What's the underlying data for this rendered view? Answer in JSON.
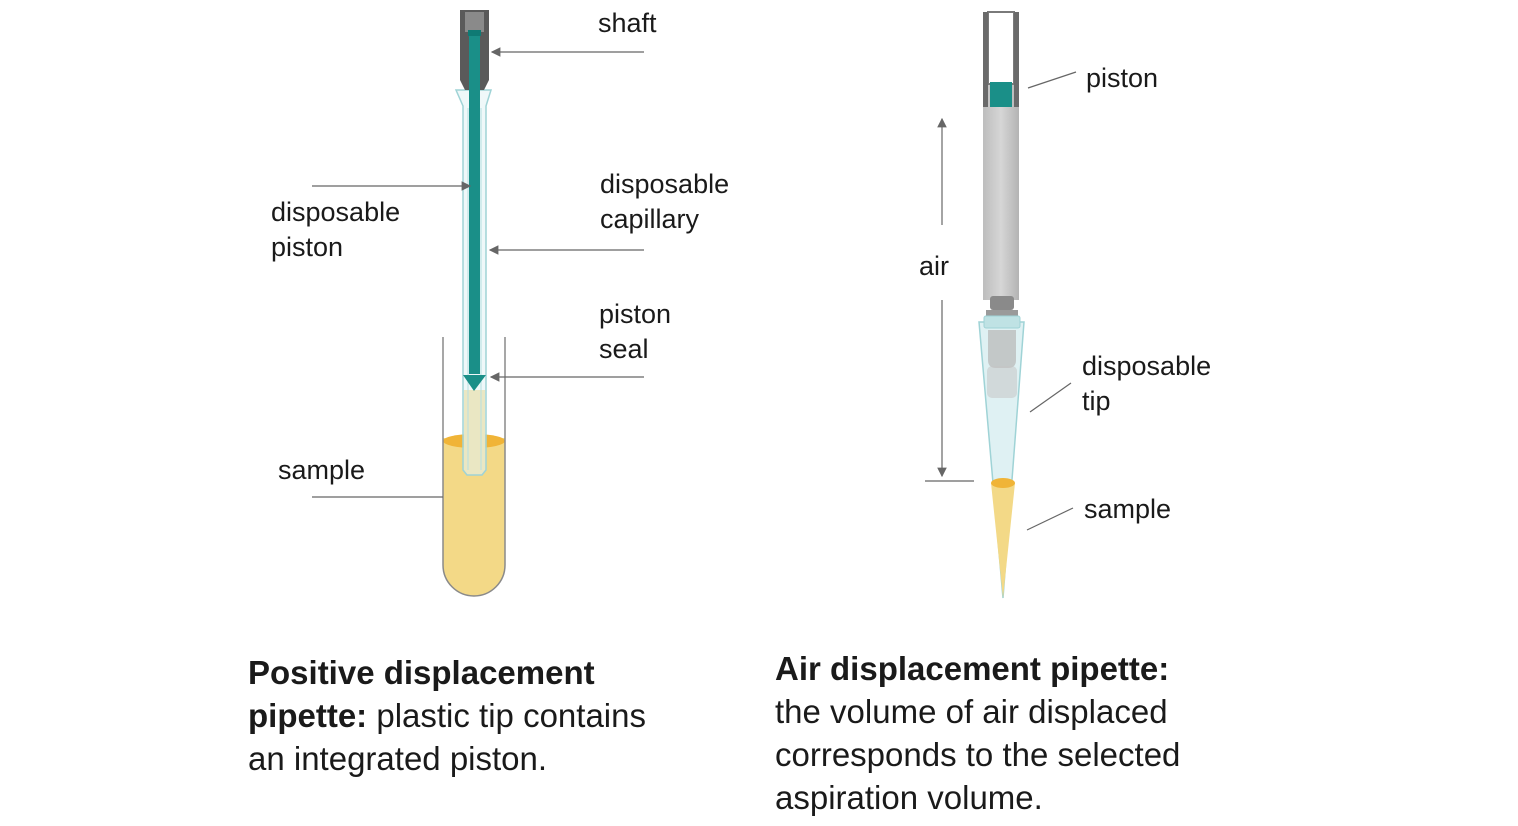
{
  "left_diagram": {
    "labels": {
      "shaft": "shaft",
      "disposable_capillary": [
        "disposable",
        "capillary"
      ],
      "disposable_piston": [
        "disposable",
        "piston"
      ],
      "piston_seal": [
        "piston",
        "seal"
      ],
      "sample": "sample"
    },
    "caption": {
      "bold_1": "Positive displacement",
      "bold_2": "pipette:",
      "rest_2": " plastic tip contains",
      "line_3": "an integrated piston."
    }
  },
  "right_diagram": {
    "labels": {
      "piston": "piston",
      "air": "air",
      "disposable_tip": [
        "disposable",
        "tip"
      ],
      "sample": "sample"
    },
    "caption": {
      "bold_1": "Air displacement pipette:",
      "line_2": "the volume of air displaced",
      "line_3": "corresponds to the selected",
      "line_4": "aspiration volume."
    }
  },
  "colors": {
    "teal": "#1a8f88",
    "sample_fill": "#f3d987",
    "sample_surface": "#f0b437",
    "grey_dark": "#555555",
    "grey_light": "#c9c9c9",
    "tip_fill": "#d7eef0",
    "tip_stroke": "#9fd3d6",
    "pointer_line": "#666666"
  }
}
